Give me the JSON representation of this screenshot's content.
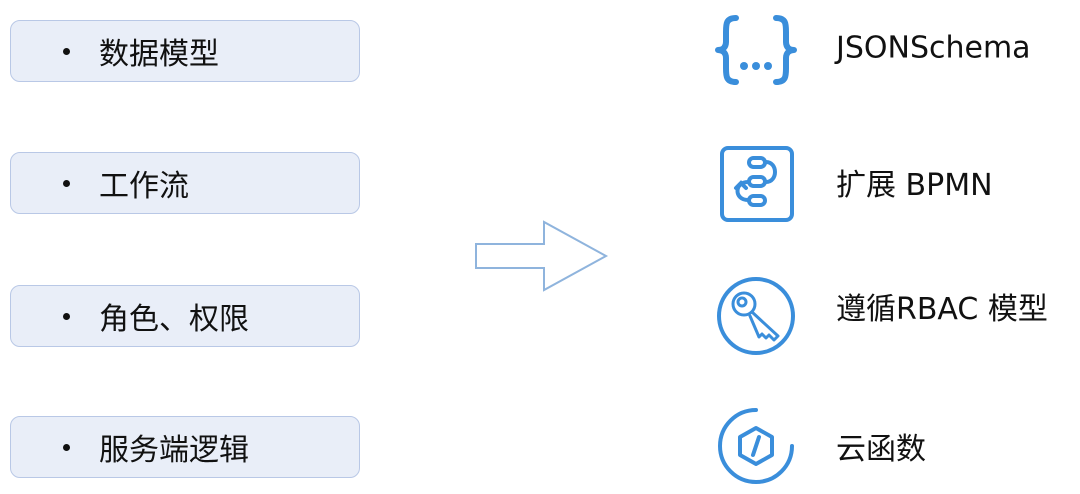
{
  "left_items": [
    {
      "label": "数据模型"
    },
    {
      "label": "工作流"
    },
    {
      "label": "角色、权限"
    },
    {
      "label": "服务端逻辑"
    }
  ],
  "right_items": [
    {
      "label": "JSONSchema",
      "icon": "curly-braces-icon"
    },
    {
      "label": "扩展 BPMN",
      "icon": "workflow-icon"
    },
    {
      "label": "遵循RBAC 模型",
      "icon": "key-icon"
    },
    {
      "label": "云函数",
      "icon": "cloud-function-icon"
    }
  ],
  "colors": {
    "box_fill": "#e9eef8",
    "box_border": "#b9c8e6",
    "icon_blue": "#3a8edb",
    "arrow_stroke": "#8fb4dd"
  }
}
